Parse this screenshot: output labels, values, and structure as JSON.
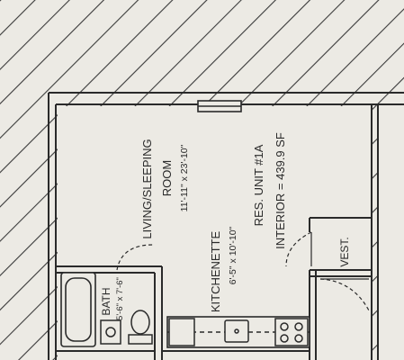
{
  "plan": {
    "living": {
      "name": "LIVING/SLEEPING",
      "name2": "ROOM",
      "dims": "11'-11\" x 23'-10\""
    },
    "unit": {
      "name": "RES. UNIT #1A",
      "area": "INTERIOR = 439.9 SF"
    },
    "kitchenette": {
      "name": "KITCHENETTE",
      "dims": "6'-5\" x 10'-10\""
    },
    "bath": {
      "name": "BATH",
      "dims": "5'-6\" x 7'-6\""
    },
    "vestibule": {
      "name": "VEST."
    },
    "colors": {
      "paper": "#eceae4",
      "line": "#2a2a2a",
      "hatch": "#3a3a3a"
    }
  }
}
